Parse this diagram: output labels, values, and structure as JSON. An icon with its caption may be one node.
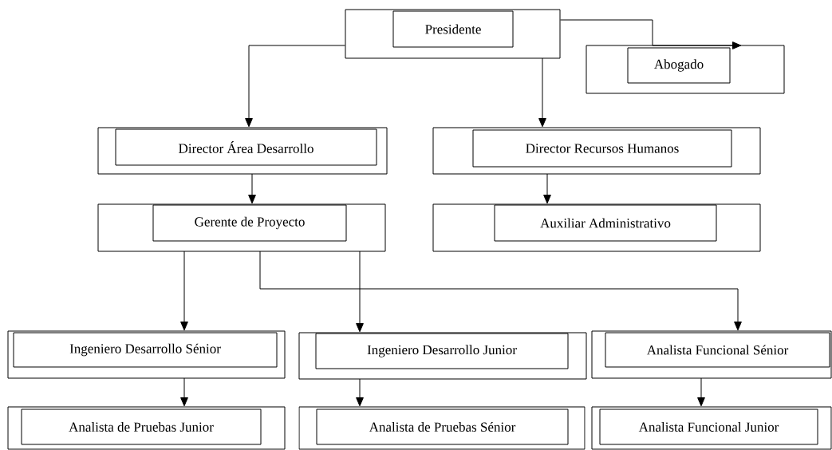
{
  "diagram": {
    "nodes": [
      {
        "text": [
          "Presidente"
        ]
      },
      {
        "text": [
          "Abogado"
        ]
      },
      {
        "text": [
          "Director Área Desarrollo"
        ]
      },
      {
        "text": [
          "Director Recursos  Humanos"
        ]
      },
      {
        "text": [
          "Gerente de Proyecto"
        ]
      },
      {
        "text": [
          "Auxiliar Administrativo"
        ]
      },
      {
        "text": [
          "Ingeniero Desarrollo Sénior"
        ]
      },
      {
        "text": [
          "Ingeniero Desarrollo Junior"
        ]
      },
      {
        "text": [
          "Analista Funcional Sénior"
        ]
      },
      {
        "text": [
          "Analista de Pruebas Junior"
        ]
      },
      {
        "text": [
          "Analista de Pruebas Sénior"
        ]
      },
      {
        "text": [
          "Analista Funcional Junior"
        ]
      }
    ],
    "edges": [
      {
        "from": 0,
        "to": 1,
        "arrow": "to"
      },
      {
        "from": 0,
        "to": 2,
        "arrow": "to"
      },
      {
        "from": 0,
        "to": 3,
        "arrow": "to"
      },
      {
        "from": 2,
        "to": 4,
        "arrow": "to"
      },
      {
        "from": 3,
        "to": 5,
        "arrow": "to"
      },
      {
        "from": 4,
        "to": 6,
        "arrow": "to"
      },
      {
        "from": 4,
        "to": 7,
        "arrow": "to"
      },
      {
        "from": 4,
        "to": 8,
        "arrow": "to"
      },
      {
        "from": 6,
        "to": 9,
        "arrow": "to"
      },
      {
        "from": 7,
        "to": 10,
        "arrow": "to"
      },
      {
        "from": 8,
        "to": 11,
        "arrow": "to"
      }
    ]
  }
}
